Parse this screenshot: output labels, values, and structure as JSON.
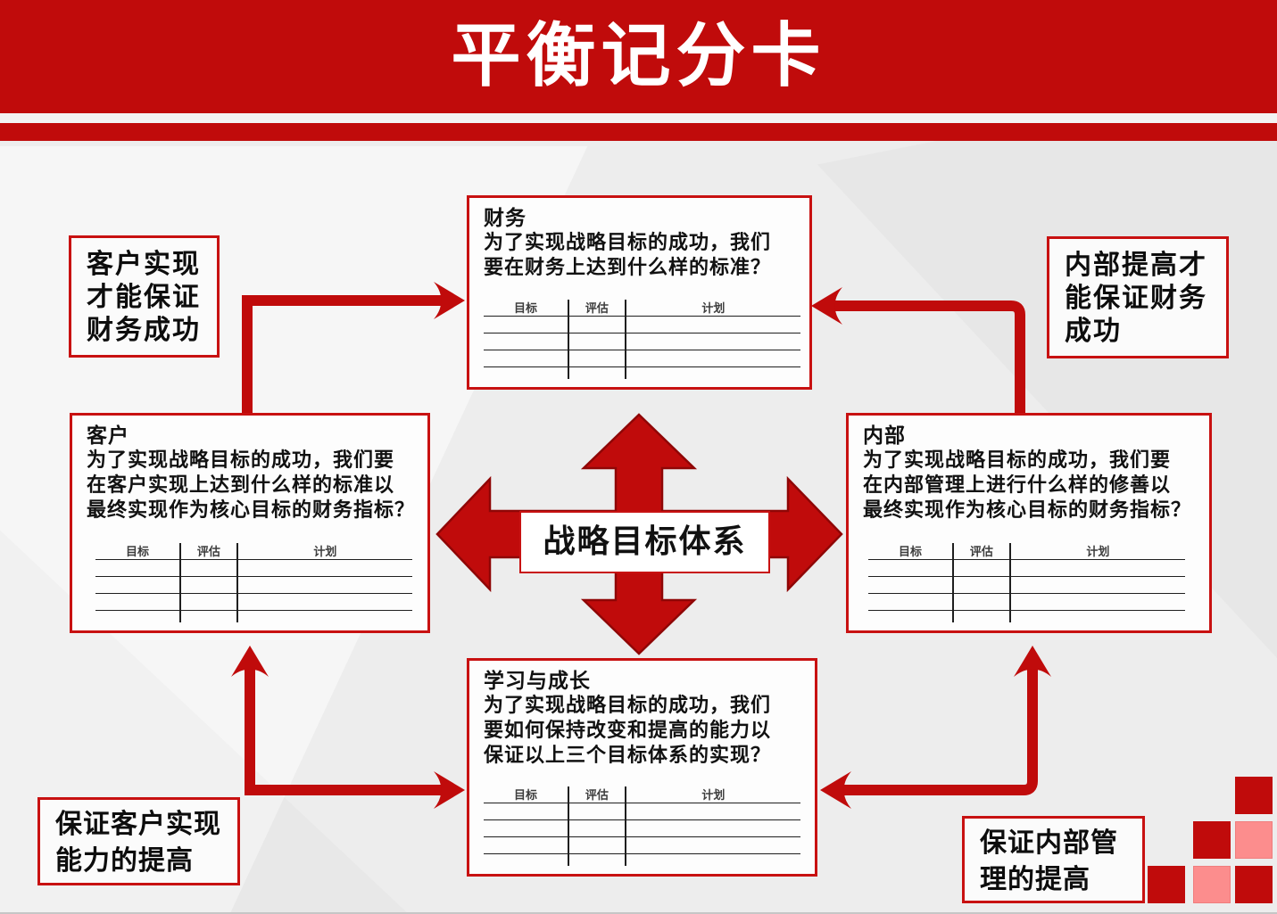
{
  "title": "平衡记分卡",
  "colors": {
    "accent_red": "#c00b0b",
    "dark_red_outline": "#8f0606",
    "border_red": "#c81111",
    "pink_square": "#fc8d8d",
    "background": "#ededed",
    "table_line": "#1f1f1f"
  },
  "center": {
    "label": "战略目标体系"
  },
  "table": {
    "headers": [
      "目标",
      "评估",
      "计划"
    ],
    "empty_rows": 3
  },
  "cards": {
    "finance": {
      "title": "财务",
      "question": "为了实现战略目标的成功，我们\n要在财务上达到什么样的标准？"
    },
    "customer": {
      "title": "客户",
      "question": "为了实现战略目标的成功，我们要\n在客户实现上达到什么样的标准以\n最终实现作为核心目标的财务指标？"
    },
    "internal": {
      "title": "内部",
      "question": "为了实现战略目标的成功，我们要\n在内部管理上进行什么样的修善以\n最终实现作为核心目标的财务指标？"
    },
    "learning": {
      "title": "学习与成长",
      "question": "为了实现战略目标的成功，我们\n要如何保持改变和提高的能力以\n保证以上三个目标体系的实现？"
    }
  },
  "notes": {
    "top_left": "客户实现\n才能保证\n财务成功",
    "top_right": "内部提高才\n能保证财务\n成功",
    "bottom_left": "保证客户实现\n能力的提高",
    "bottom_right": "保证内部管\n理的提高"
  }
}
